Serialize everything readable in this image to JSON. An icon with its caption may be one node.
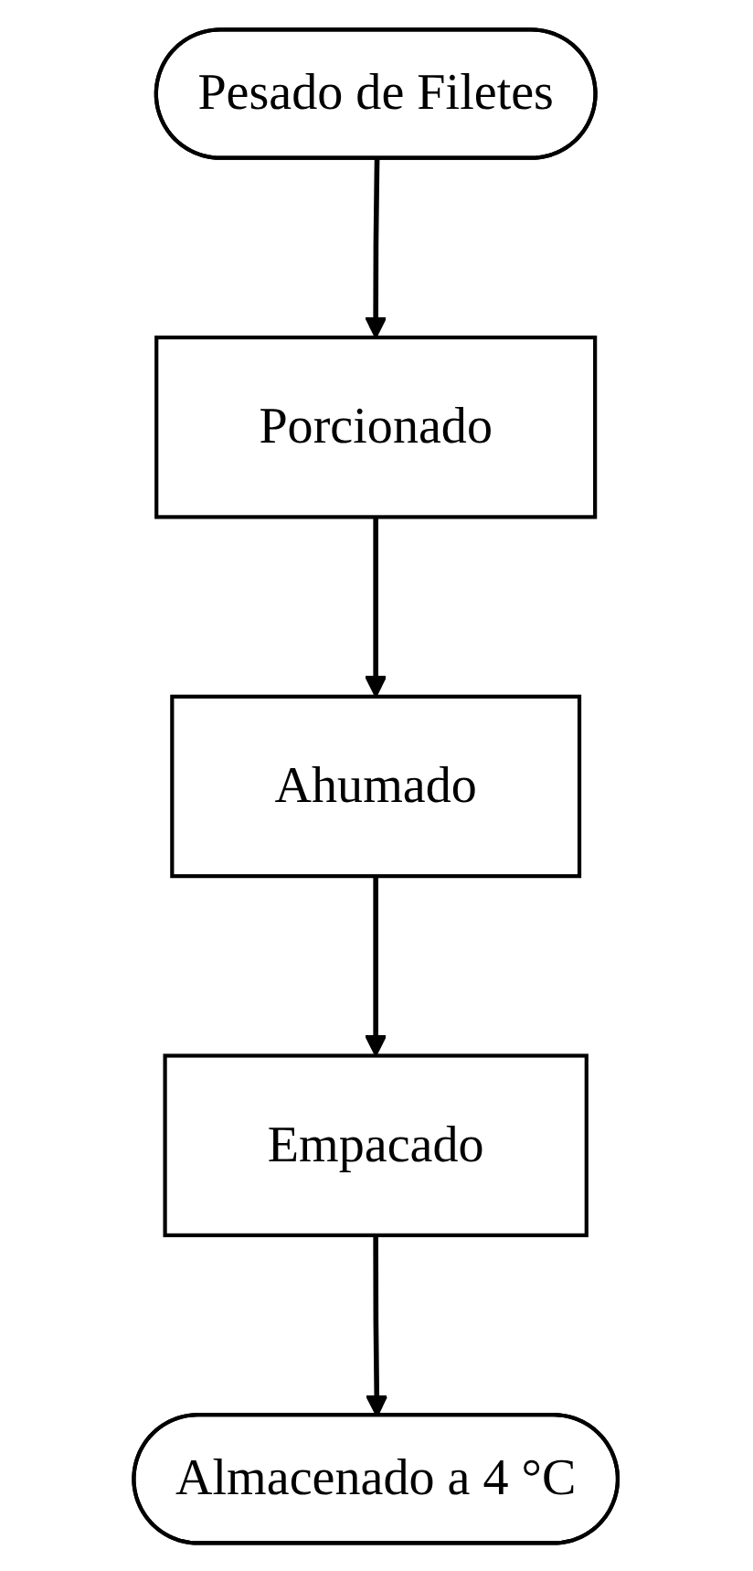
{
  "diagram": {
    "nodes": [
      {
        "text": [
          "Pesado de Filetes"
        ]
      },
      {
        "text": [
          "Porcionado"
        ]
      },
      {
        "text": [
          "Ahumado"
        ]
      },
      {
        "text": [
          "Empacado"
        ]
      },
      {
        "text": [
          "Almacenado a 4 °C"
        ]
      }
    ],
    "edges": [
      {
        "from": 0,
        "to": 1,
        "arrow": "to"
      },
      {
        "from": 1,
        "to": 2,
        "arrow": "to"
      },
      {
        "from": 2,
        "to": 3,
        "arrow": "to"
      },
      {
        "from": 3,
        "to": 4,
        "arrow": "to"
      }
    ]
  }
}
